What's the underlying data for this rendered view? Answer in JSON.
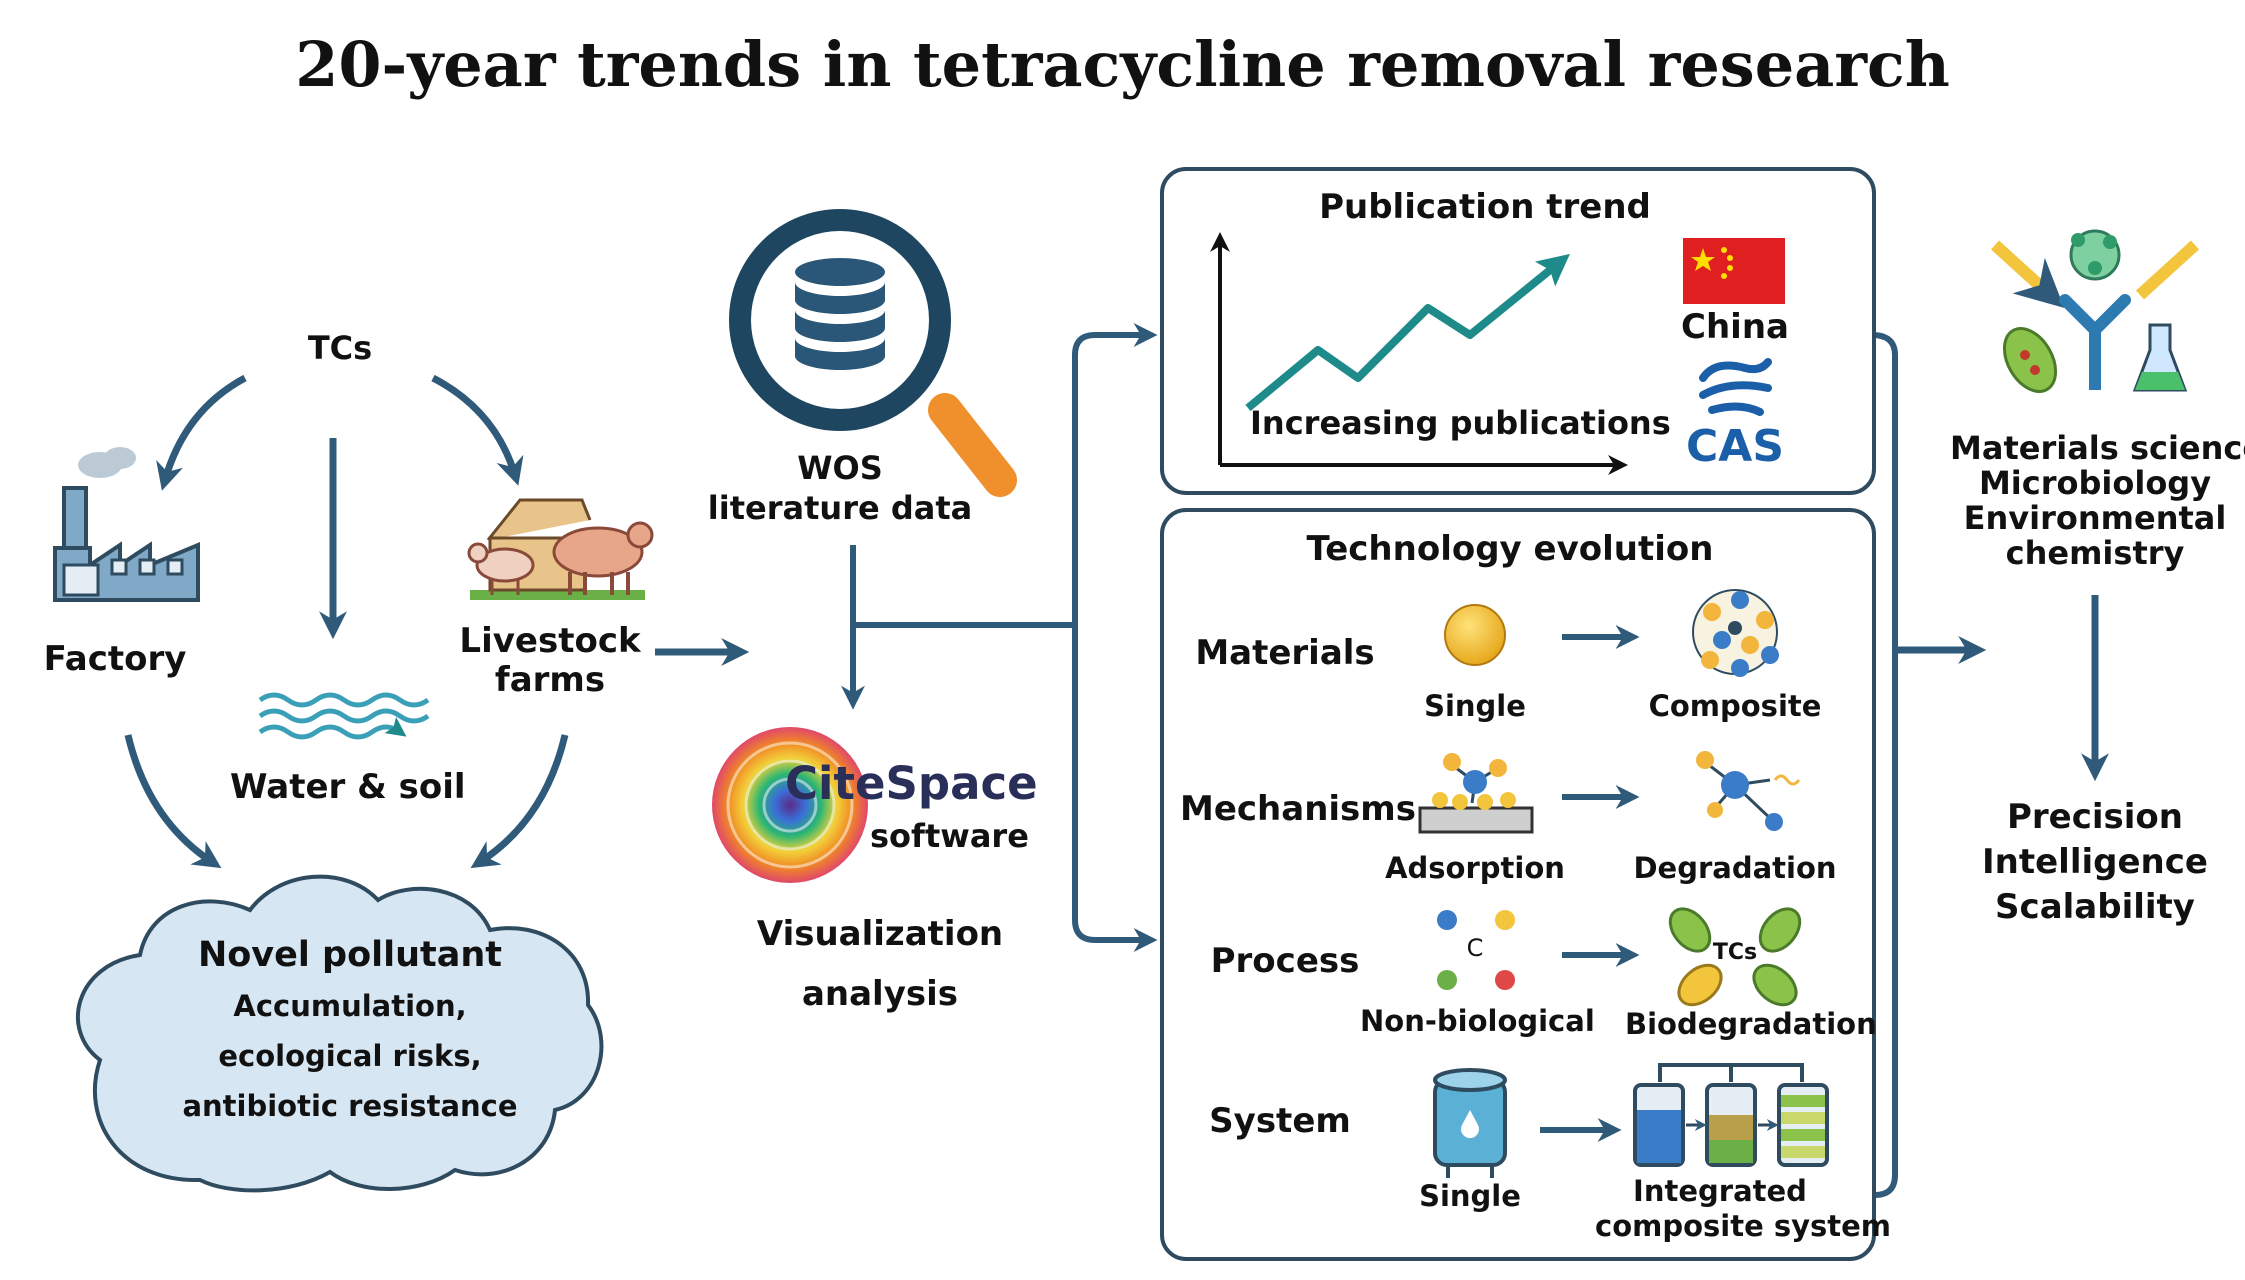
{
  "title": "20-year trends in tetracycline removal research",
  "colors": {
    "arrow": "#2f5a7a",
    "panel_border": "#2f4b60",
    "panel_bg": "#f4fafd",
    "trend_line": "#1e8a8a",
    "cloud_fill": "#d6e6f3",
    "magnifier_handle": "#f0902c",
    "flag_red": "#e02020",
    "flag_star": "#ffde00",
    "cas_blue": "#1a5fa8"
  },
  "sources": {
    "tcs": "TCs",
    "factory": "Factory",
    "livestock": "Livestock farms",
    "water_soil": "Water & soil",
    "cloud_title": "Novel pollutant",
    "cloud_line1": "Accumulation,",
    "cloud_line2": "ecological risks,",
    "cloud_line3": "antibiotic resistance"
  },
  "middle": {
    "wos_line1": "WOS",
    "wos_line2": "literature data",
    "citespace": "CiteSpace",
    "software": "software",
    "vis_line1": "Visualization",
    "vis_line2": "analysis"
  },
  "publication": {
    "title": "Publication trend",
    "increasing": "Increasing publications",
    "china": "China",
    "cas": "CAS"
  },
  "technology": {
    "title": "Technology evolution",
    "rows": [
      {
        "label": "Materials",
        "from": "Single",
        "to": "Composite"
      },
      {
        "label": "Mechanisms",
        "from": "Adsorption",
        "to": "Degradation"
      },
      {
        "label": "Process",
        "from": "Non-biological",
        "to": "Biodegradation"
      },
      {
        "label": "System",
        "from": "Single",
        "to_line1": "Integrated",
        "to_line2": "composite system"
      }
    ],
    "tcs_icon": "TCs",
    "c_icon": "C"
  },
  "outcome": {
    "disc1": "Materials science",
    "disc2": "Microbiology",
    "disc3": "Environmental",
    "disc4": "chemistry",
    "goal1": "Precision",
    "goal2": "Intelligence",
    "goal3": "Scalability"
  }
}
